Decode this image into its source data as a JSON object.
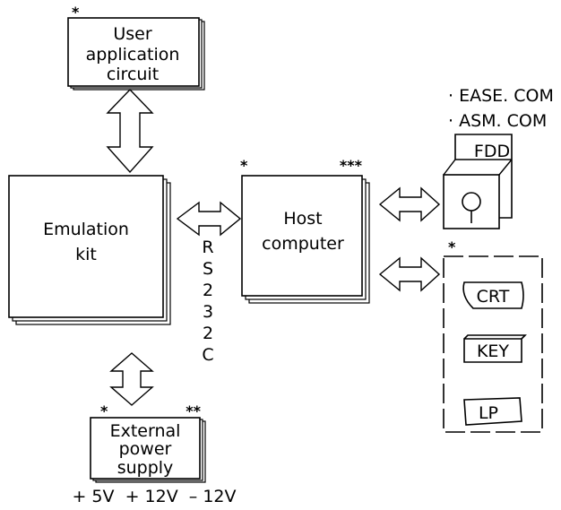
{
  "user_app": {
    "lines": [
      "User",
      "application",
      "circuit"
    ],
    "mark": "*"
  },
  "emulation_kit": {
    "lines": [
      "Emulation",
      "kit"
    ]
  },
  "host": {
    "lines": [
      "Host",
      "computer"
    ],
    "mark_left": "*",
    "mark_right": "***"
  },
  "link_label": [
    "R",
    "S",
    "2",
    "3",
    "2",
    "C"
  ],
  "power": {
    "lines": [
      "External",
      "power",
      "supply"
    ],
    "mark_left": "*",
    "mark_right": "**",
    "voltages": "+ 5V  + 12V  – 12V"
  },
  "files": [
    "· EASE. COM",
    "· ASM. COM"
  ],
  "fdd": {
    "label": "FDD"
  },
  "peripherals": {
    "mark": "*",
    "crt": "CRT",
    "key": "KEY",
    "lp": "LP"
  }
}
